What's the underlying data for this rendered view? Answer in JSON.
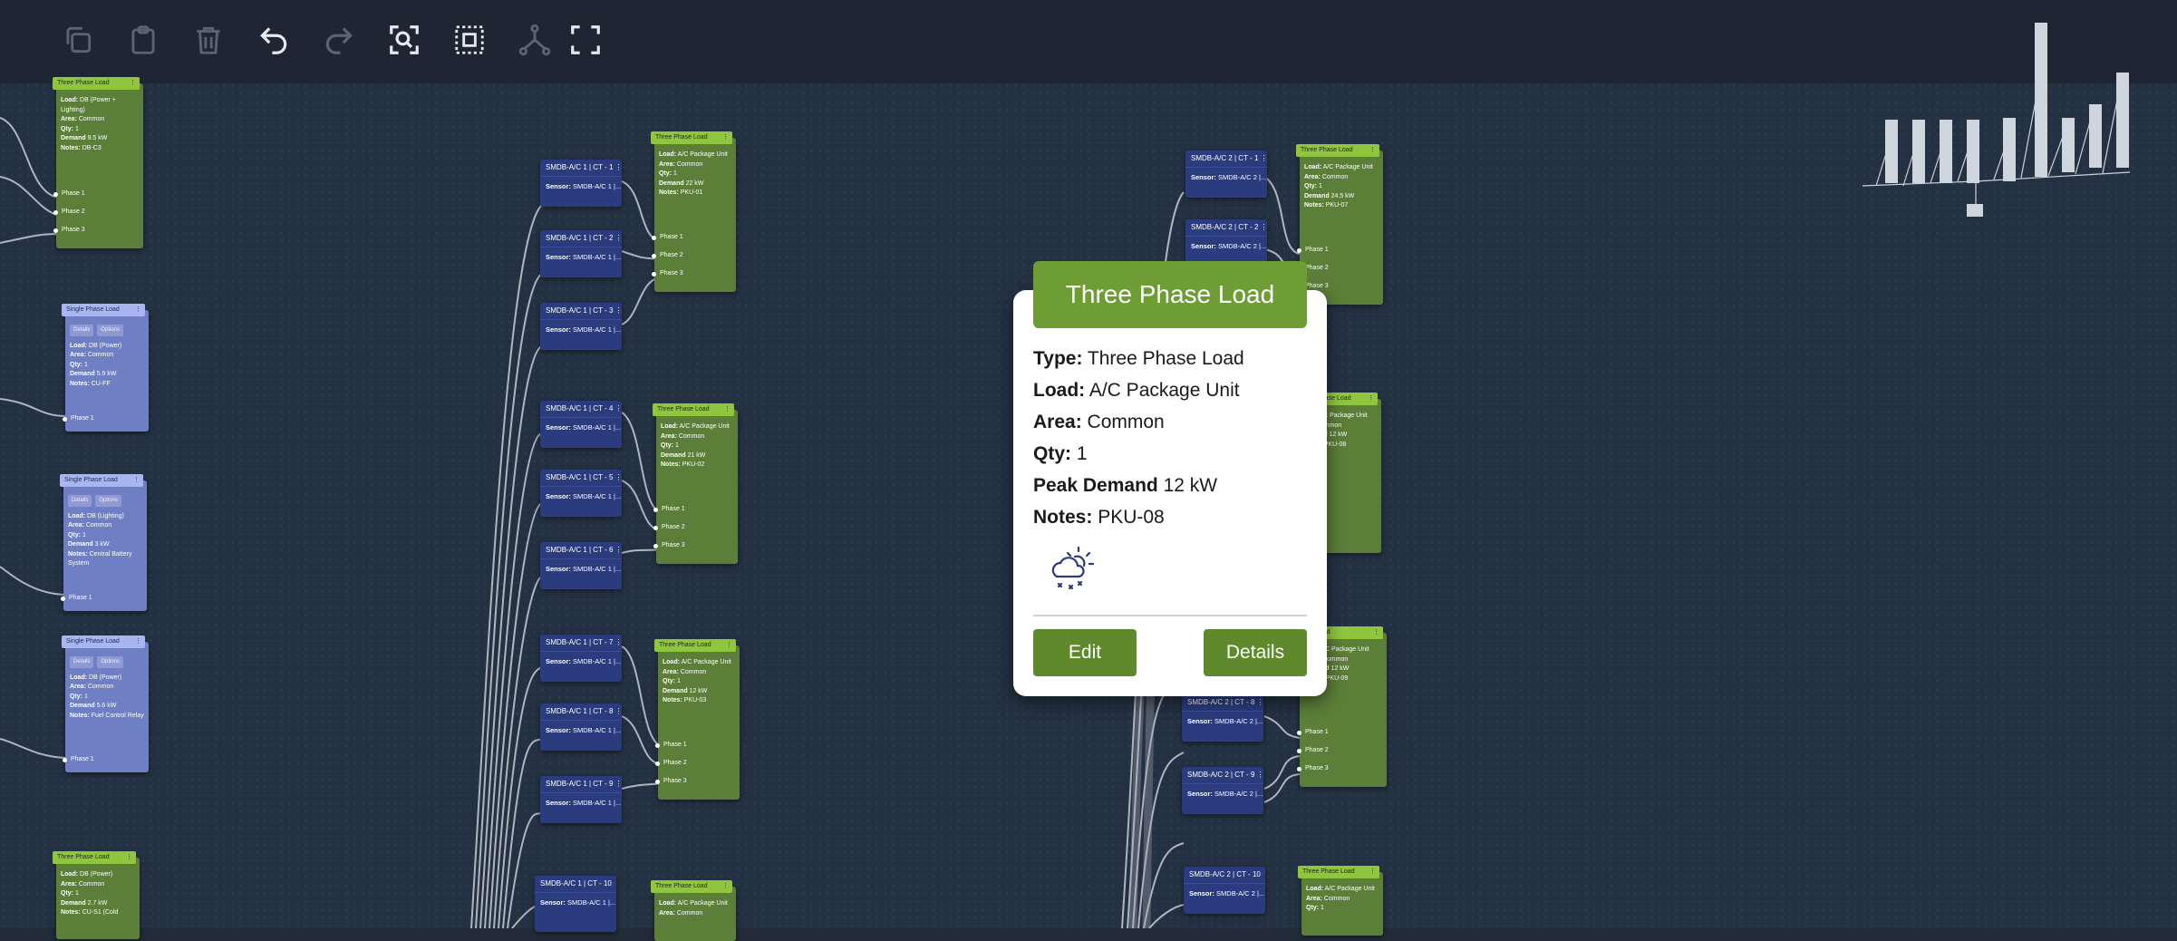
{
  "toolbar": {
    "buttons": [
      {
        "name": "copy-button",
        "icon": "copy-icon"
      },
      {
        "name": "paste-button",
        "icon": "clipboard-icon"
      },
      {
        "name": "delete-button",
        "icon": "trash-icon"
      },
      {
        "name": "undo-button",
        "icon": "undo-icon"
      },
      {
        "name": "redo-button",
        "icon": "redo-icon"
      },
      {
        "name": "zoom-fit-button",
        "icon": "zoom-search-icon"
      },
      {
        "name": "select-area-button",
        "icon": "select-area-icon"
      },
      {
        "name": "auto-layout-button",
        "icon": "tree-layout-icon"
      },
      {
        "name": "fullscreen-button",
        "icon": "fullscreen-icon"
      }
    ]
  },
  "popup": {
    "title": "Three Phase Load",
    "type_label": "Type:",
    "type_value": "Three Phase Load",
    "load_label": "Load:",
    "load_value": "A/C Package Unit",
    "area_label": "Area:",
    "area_value": "Common",
    "qty_label": "Qty:",
    "qty_value": "1",
    "demand_label": "Peak Demand",
    "demand_value": "12 kW",
    "notes_label": "Notes:",
    "notes_value": "PKU-08",
    "weather_icon": "cloud-sun-snow-icon",
    "edit_label": "Edit",
    "details_label": "Details"
  },
  "ct_nodes": [
    {
      "title": "SMDB-A/C 1 | CT - 1",
      "sensor": "SMDB-A/C 1 |..."
    },
    {
      "title": "SMDB-A/C 1 | CT - 2",
      "sensor": "SMDB-A/C 1 |..."
    },
    {
      "title": "SMDB-A/C 1 | CT - 3",
      "sensor": "SMDB-A/C 1 |..."
    },
    {
      "title": "SMDB-A/C 1 | CT - 4",
      "sensor": "SMDB-A/C 1 |..."
    },
    {
      "title": "SMDB-A/C 1 | CT - 5",
      "sensor": "SMDB-A/C 1 |..."
    },
    {
      "title": "SMDB-A/C 1 | CT - 6",
      "sensor": "SMDB-A/C 1 |..."
    },
    {
      "title": "SMDB-A/C 1 | CT - 7",
      "sensor": "SMDB-A/C 1 |..."
    },
    {
      "title": "SMDB-A/C 1 | CT - 8",
      "sensor": "SMDB-A/C 1 |..."
    },
    {
      "title": "SMDB-A/C 1 | CT - 9",
      "sensor": "SMDB-A/C 1 |..."
    },
    {
      "title": "SMDB-A/C 1 | CT - 10",
      "sensor": "SMDB-A/C 1 |..."
    },
    {
      "title": "SMDB-A/C 2 | CT - 1",
      "sensor": "SMDB-A/C 2 |..."
    },
    {
      "title": "SMDB-A/C 2 | CT - 2",
      "sensor": "SMDB-A/C 2 |..."
    },
    {
      "title": "SMDB-A/C 2 | CT - 8",
      "sensor": "SMDB-A/C 2 |..."
    },
    {
      "title": "SMDB-A/C 2 | CT - 9",
      "sensor": "SMDB-A/C 2 |..."
    },
    {
      "title": "SMDB-A/C 2 | CT - 10",
      "sensor": "SMDB-A/C 2 |..."
    }
  ],
  "three_phase_nodes": [
    {
      "title": "Three Phase Load",
      "load": "DB (Power + Lighting)",
      "area": "Common",
      "qty": "1",
      "demand": "9.5 kW",
      "notes": "DB-C3"
    },
    {
      "title": "Three Phase Load",
      "load": "A/C Package Unit",
      "area": "Common",
      "qty": "1",
      "demand": "22 kW",
      "notes": "PKU-01"
    },
    {
      "title": "Three Phase Load",
      "load": "A/C Package Unit",
      "area": "Common",
      "qty": "1",
      "demand": "21 kW",
      "notes": "PKU-02"
    },
    {
      "title": "Three Phase Load",
      "load": "A/C Package Unit",
      "area": "Common",
      "qty": "1",
      "demand": "12 kW",
      "notes": "PKU-03"
    },
    {
      "title": "Three Phase Load",
      "load": "A/C Package Unit",
      "area": "Common",
      "qty": "",
      "demand": "",
      "notes": ""
    },
    {
      "title": "Three Phase Load",
      "load": "A/C Package Unit",
      "area": "Common",
      "qty": "1",
      "demand": "24.5 kW",
      "notes": "PKU-07"
    },
    {
      "title": "Three Phase Load",
      "load": "/C Package Unit",
      "area": "ommon",
      "qty": "",
      "demand": "12 kW",
      "notes": "PKU-08"
    },
    {
      "title": "hase Load",
      "load": "/C Package Unit",
      "area": "Common",
      "qty": "",
      "demand": "12 kW",
      "notes": "PKU-09"
    },
    {
      "title": "Three Phase Load",
      "load": "A/C Package Unit",
      "area": "Common",
      "qty": "1",
      "demand": "",
      "notes": ""
    },
    {
      "title": "Three Phase Load",
      "load": "DB (Power)",
      "area": "Common",
      "qty": "1",
      "demand": "2.7 kW",
      "notes": "CU-S1 (Cold"
    }
  ],
  "single_phase_nodes": [
    {
      "title": "Single Phase Load",
      "load": "DB (Power)",
      "area": "Common",
      "qty": "1",
      "demand": "5.9 kW",
      "notes": "CU-FF"
    },
    {
      "title": "Single Phase Load",
      "load": "DB (Lighting)",
      "area": "Common",
      "qty": "1",
      "demand": "3 kW",
      "notes": "Central Battery System"
    },
    {
      "title": "Single Phase Load",
      "load": "DB (Power)",
      "area": "Common",
      "qty": "1",
      "demand": "5.6 kW",
      "notes": "Fuel Control Relay"
    }
  ],
  "labels": {
    "load": "Load:",
    "area": "Area:",
    "qty": "Qty:",
    "demand": "Demand",
    "notes": "Notes:",
    "sensor": "Sensor:",
    "phase1": "Phase 1",
    "phase2": "Phase 2",
    "phase3": "Phase 3",
    "details_pill": "Details",
    "options_pill": "Options",
    "menu": "⋮"
  }
}
